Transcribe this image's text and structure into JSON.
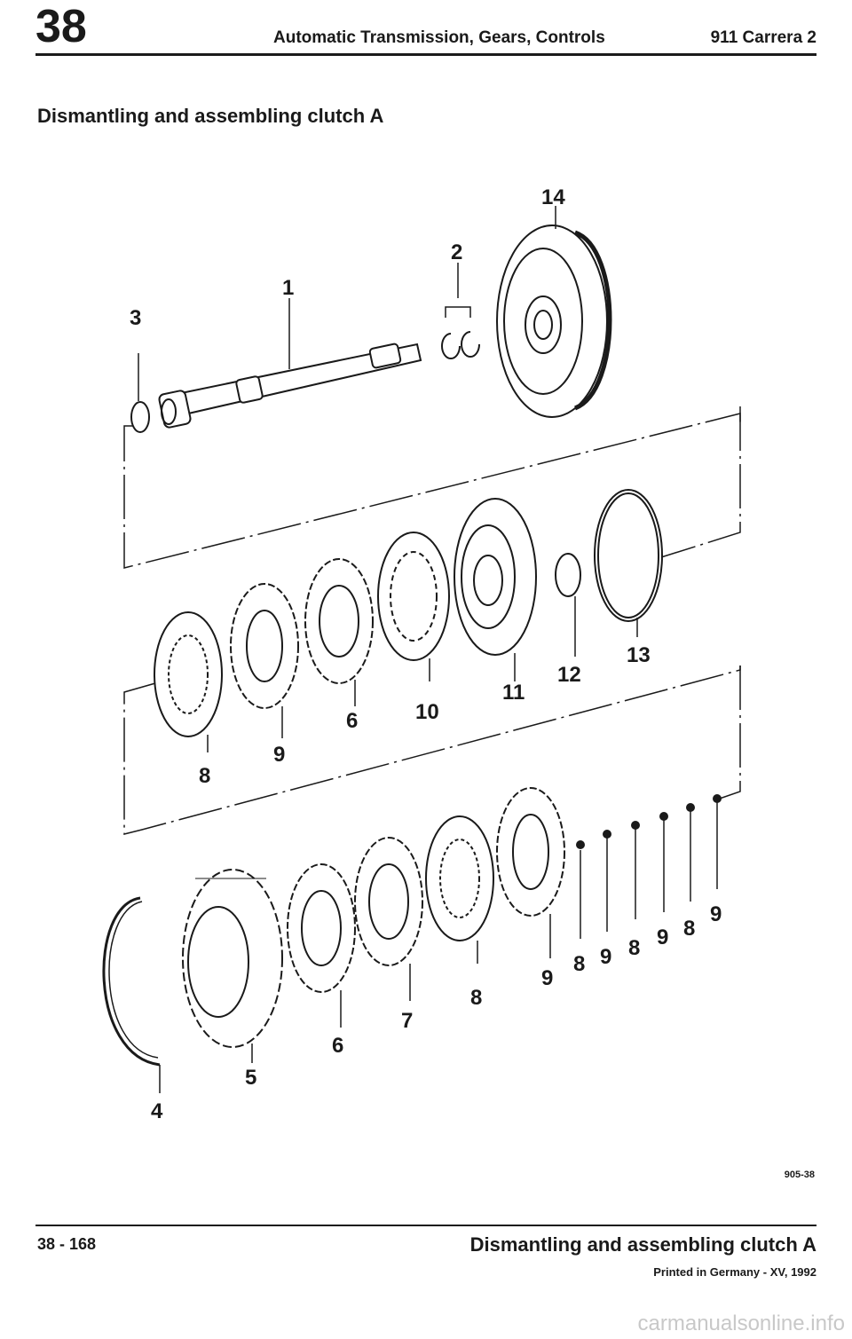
{
  "header": {
    "section_number": "38",
    "title": "Automatic Transmission, Gears, Controls",
    "model": "911 Carrera 2"
  },
  "page_title": "Dismantling and assembling clutch A",
  "callouts": {
    "c1": "1",
    "c2": "2",
    "c3": "3",
    "c4": "4",
    "c5": "5",
    "c6a": "6",
    "c6b": "6",
    "c7": "7",
    "c8a": "8",
    "c8b": "8",
    "c8c": "8",
    "c8d": "8",
    "c8e": "8",
    "c9a": "9",
    "c9b": "9",
    "c9c": "9",
    "c9d": "9",
    "c9e": "9",
    "c10": "10",
    "c11": "11",
    "c12": "12",
    "c13": "13",
    "c14": "14"
  },
  "figure_code": "905-38",
  "footer": {
    "page_number": "38 - 168",
    "title": "Dismantling and assembling clutch A",
    "printed": "Printed in Germany - XV, 1992"
  },
  "watermark": "carmanualsonline.info"
}
